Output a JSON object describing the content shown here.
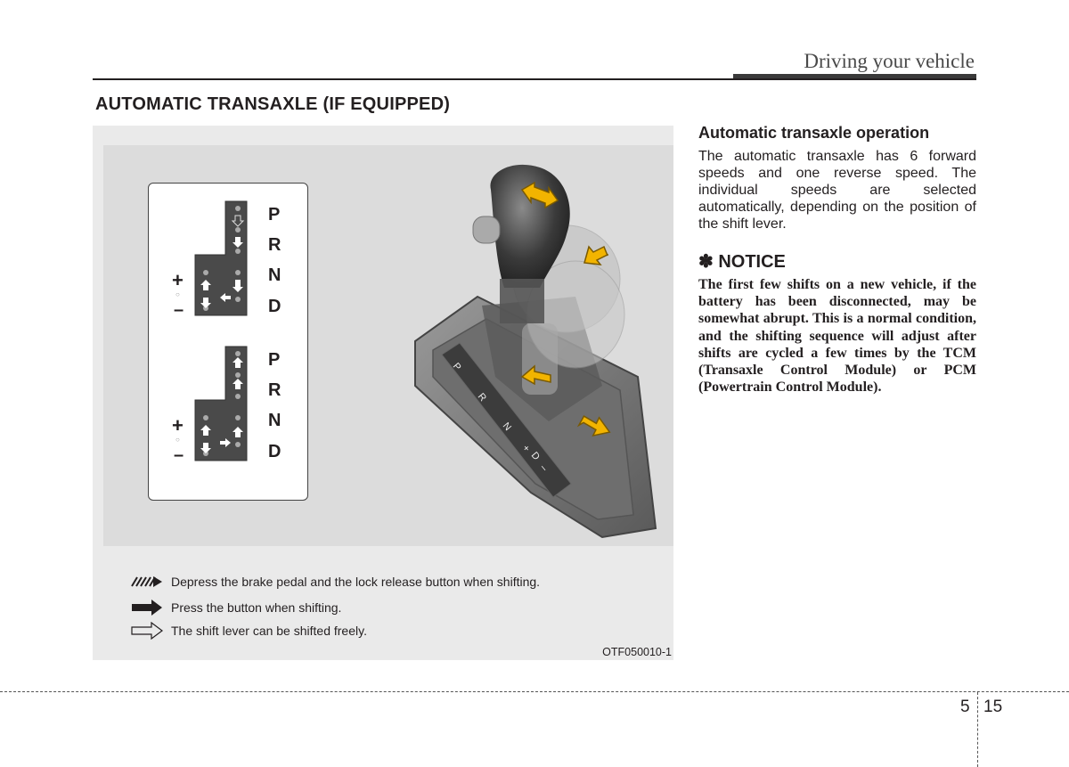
{
  "header": {
    "title": "Driving your vehicle"
  },
  "section": {
    "title": "AUTOMATIC TRANSAXLE (IF EQUIPPED)"
  },
  "figure": {
    "gate_labels": [
      "P",
      "R",
      "N",
      "D"
    ],
    "plus": "+",
    "minus": "–",
    "console_labels": [
      "P",
      "R",
      "N",
      "+",
      "D",
      "–"
    ],
    "legend": [
      {
        "icon": "hatched-arrow-icon",
        "text": "Depress the brake pedal and the lock release button when shifting."
      },
      {
        "icon": "solid-arrow-icon",
        "text": "Press the button when shifting."
      },
      {
        "icon": "outline-arrow-icon",
        "text": "The shift lever can be shifted freely."
      }
    ],
    "code": "OTF050010-1"
  },
  "operation": {
    "title": "Automatic transaxle operation",
    "text": "The automatic transaxle has 6 forward speeds and one reverse speed. The individual speeds are selected automatically, depending on the position of the shift lever."
  },
  "notice": {
    "title": "✽ NOTICE",
    "text": "The first few shifts on a new vehicle, if the battery has been disconnected, may be somewhat abrupt. This is a normal condition, and the shifting sequence will adjust after shifts are cycled a few times by the TCM (Transaxle Control Module) or PCM (Powertrain Control Module)."
  },
  "footer": {
    "chapter": "5",
    "page": "15"
  }
}
